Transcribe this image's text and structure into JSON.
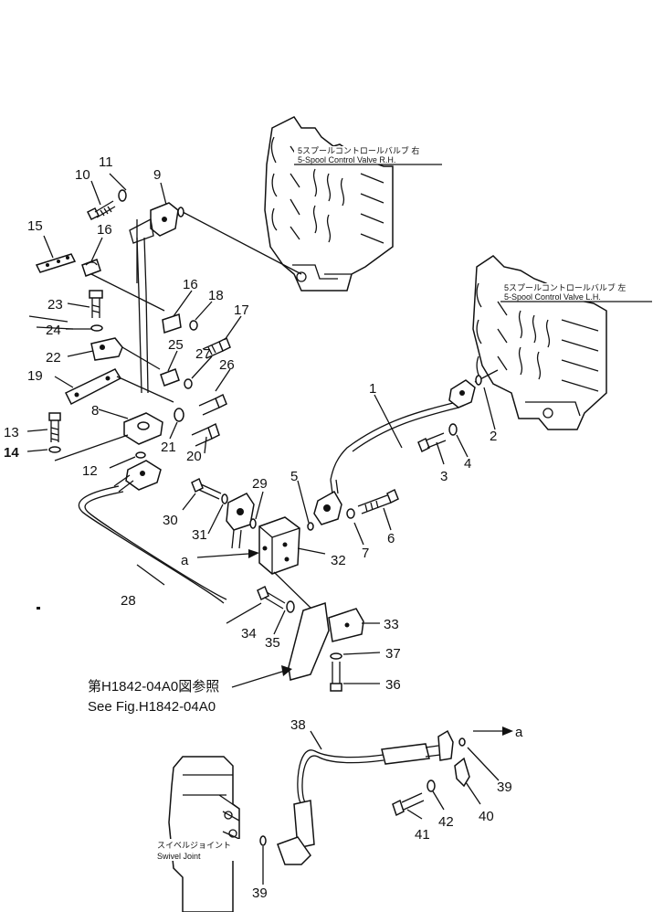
{
  "valve_rh": {
    "jp": "5スプールコントロールバルブ 右",
    "en": "5-Spool Control Valve R.H."
  },
  "valve_lh": {
    "jp": "5スプールコントロールバルブ 左",
    "en": "5-Spool Control Valve L.H."
  },
  "swivel": {
    "jp": "スイベルジョイント",
    "en": "Swivel Joint"
  },
  "reference": {
    "jp": "第H1842-04A0図参照",
    "en": "See Fig.H1842-04A0"
  },
  "connector_label": "a",
  "callouts": {
    "c1": "1",
    "c2": "2",
    "c3": "3",
    "c4": "4",
    "c5": "5",
    "c6": "6",
    "c7": "7",
    "c8": "8",
    "c9": "9",
    "c10": "10",
    "c11": "11",
    "c12": "12",
    "c13": "13",
    "c14": "14",
    "c15": "15",
    "c16a": "16",
    "c16b": "16",
    "c17": "17",
    "c18": "18",
    "c19": "19",
    "c20": "20",
    "c21": "21",
    "c22": "22",
    "c23": "23",
    "c24": "24",
    "c25": "25",
    "c26": "26",
    "c27": "27",
    "c28": "28",
    "c29": "29",
    "c30": "30",
    "c31": "31",
    "c32": "32",
    "c33": "33",
    "c34": "34",
    "c35": "35",
    "c36": "36",
    "c37": "37",
    "c38": "38",
    "c39a": "39",
    "c39b": "39",
    "c40": "40",
    "c41": "41",
    "c42": "42"
  }
}
